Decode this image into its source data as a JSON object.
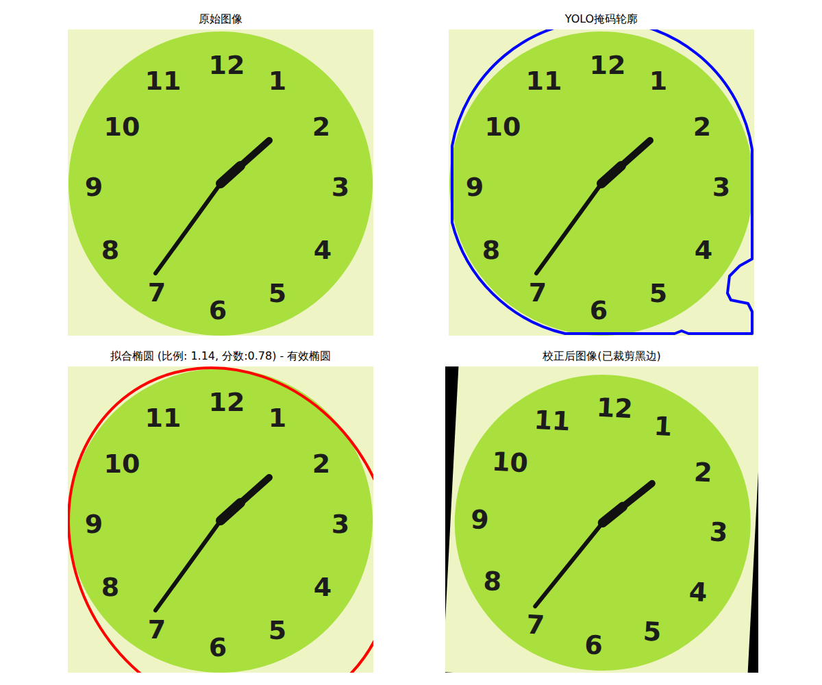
{
  "diagram": {
    "nodes": [
      {
        "text": [
          "原始图像"
        ]
      },
      {
        "text": [
          "YOLO掩码轮廓"
        ]
      },
      {
        "text": [
          "拟合椭圆 (比例: 1.14, 分数:0.78) - 有效椭圆"
        ]
      },
      {
        "text": [
          "校正后图像(已裁剪黑边)"
        ]
      }
    ],
    "labels": [
      "12",
      "1",
      "2",
      "3",
      "4",
      "5",
      "6",
      "7",
      "8",
      "9",
      "10",
      "11",
      "12",
      "1",
      "2",
      "3",
      "4",
      "5",
      "6",
      "7",
      "8",
      "9",
      "10",
      "11",
      "12",
      "1",
      "2",
      "3",
      "4",
      "5",
      "6",
      "7",
      "8",
      "9",
      "10",
      "11",
      "12",
      "1",
      "2",
      "3",
      "4",
      "5",
      "6",
      "7",
      "8",
      "9",
      "10",
      "11"
    ]
  }
}
